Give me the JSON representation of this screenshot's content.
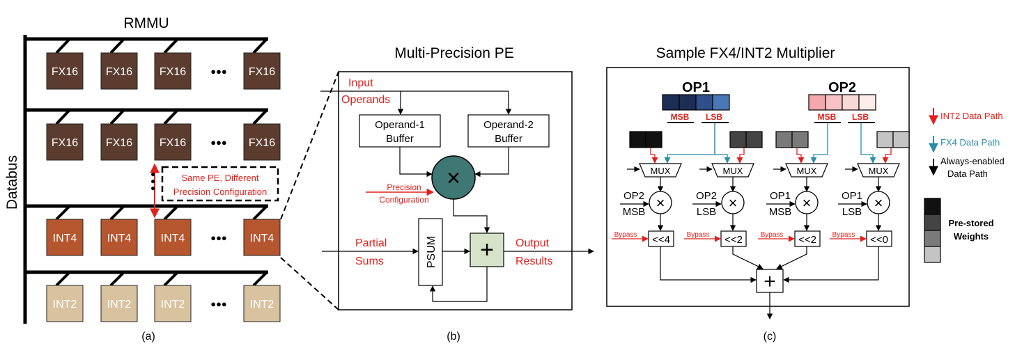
{
  "panel_a": {
    "title": "RMMU",
    "axis_label": "Databus",
    "rows": [
      {
        "label": "FX16",
        "fill": "#5B3C2E"
      },
      {
        "label": "FX16",
        "fill": "#5B3C2E"
      },
      {
        "label": "INT4",
        "fill": "#B5562F"
      },
      {
        "label": "INT2",
        "fill": "#D9C29F"
      }
    ],
    "ellipsis": "●●●",
    "callout_line1": "Same PE, Different",
    "callout_line2": "Precision Configuration",
    "caption": "(a)"
  },
  "panel_b": {
    "title": "Multi-Precision PE",
    "input_line1": "Input",
    "input_line2": "Operands",
    "buf1_line1": "Operand-1",
    "buf1_line2": "Buffer",
    "buf2_line1": "Operand-2",
    "buf2_line2": "Buffer",
    "mult_symbol": "×",
    "precision_line1": "Precision",
    "precision_line2": "Configuration",
    "partial_line1": "Partial",
    "partial_line2": "Sums",
    "psum": "PSUM",
    "add_symbol": "+",
    "output_line1": "Output",
    "output_line2": "Results",
    "caption": "(b)"
  },
  "panel_c": {
    "title": "Sample FX4/INT2 Multiplier",
    "op1": "OP1",
    "op2": "OP2",
    "msb": "MSB",
    "lsb": "LSB",
    "mux": "MUX",
    "bypass": "Bypass",
    "mult_symbol": "×",
    "add_symbol": "+",
    "lanes": [
      {
        "op_top": "OP2",
        "op_bottom": "MSB",
        "shift": "<<4"
      },
      {
        "op_top": "OP2",
        "op_bottom": "LSB",
        "shift": "<<2"
      },
      {
        "op_top": "OP1",
        "op_bottom": "MSB",
        "shift": "<<2"
      },
      {
        "op_top": "OP1",
        "op_bottom": "LSB",
        "shift": "<<0"
      }
    ],
    "caption": "(c)"
  },
  "legend": {
    "int2_path": "INT2 Data Path",
    "fx4_path": "FX4 Data Path",
    "always_line1": "Always-enabled",
    "always_line2": "Data Path",
    "weights_line1": "Pre-stored",
    "weights_line2": "Weights"
  },
  "colors": {
    "fx16": "#5B3C2E",
    "int4": "#B5562F",
    "int2": "#D9C29F",
    "red_path": "#E0201B",
    "blue_path": "#2B8CA8",
    "op1_cells": [
      "#1C2E55",
      "#1C2E55",
      "#2E4F88",
      "#4A78B6"
    ],
    "op2_cells": [
      "#F4A8AE",
      "#F6C2C5",
      "#F9D9D6",
      "#FCEDEA"
    ],
    "weight_shades": [
      "#111111",
      "#444444",
      "#7A7A7A",
      "#C4C4C4"
    ],
    "mult_fill": "#3E7773",
    "add_fill": "#D6E3C8"
  }
}
